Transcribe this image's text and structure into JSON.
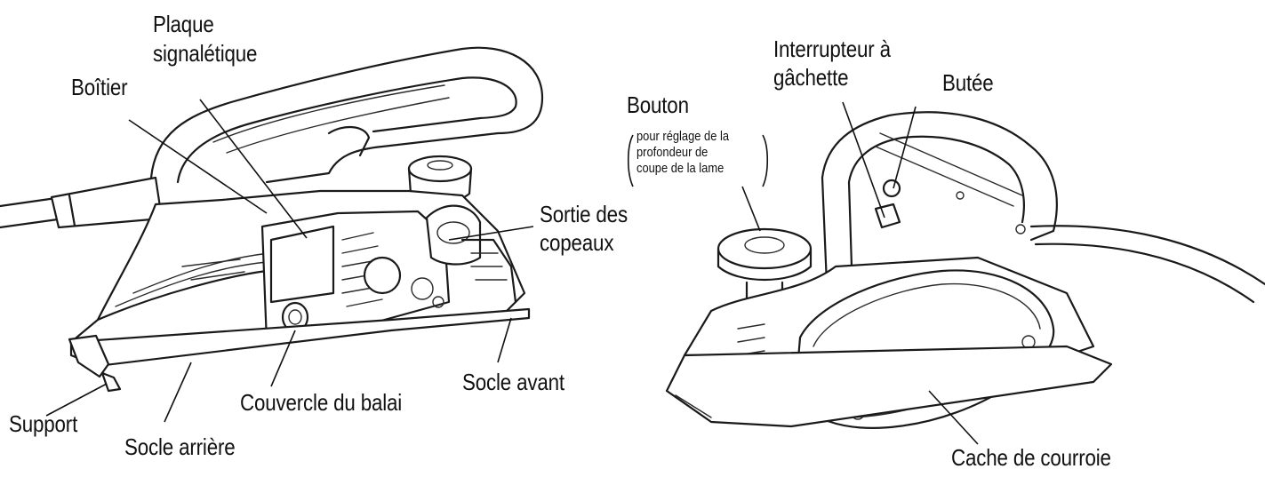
{
  "left_labels": {
    "plaque": "Plaque",
    "signaletique": "signalétique",
    "boitier": "Boîtier",
    "sortie": "Sortie des",
    "copeaux": "copeaux",
    "socle_avant": "Socle avant",
    "couvercle": "Couvercle du balai",
    "support": "Support",
    "socle_arriere": "Socle arrière"
  },
  "right_labels": {
    "interrupteur": "Interrupteur à",
    "gachette": "gâchette",
    "butee": "Butée",
    "bouton": "Bouton",
    "bouton_note_1": "pour réglage de la",
    "bouton_note_2": "profondeur de",
    "bouton_note_3": "coupe de la lame",
    "cache": "Cache de courroie"
  }
}
